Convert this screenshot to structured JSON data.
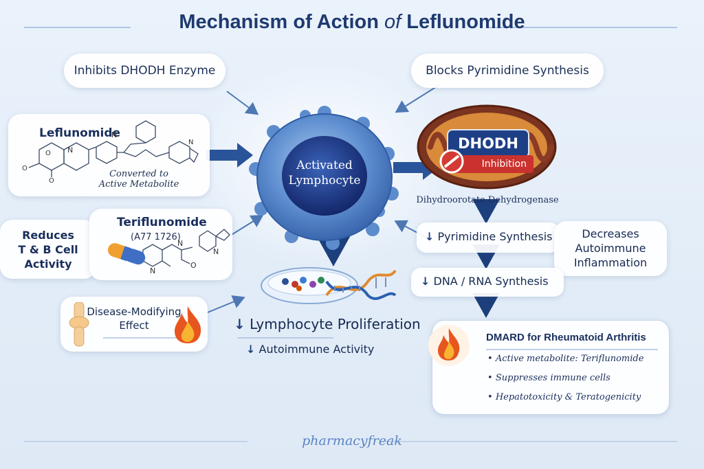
{
  "title": {
    "part1": "Mechanism of Action",
    "part2": "of",
    "part3": "Leflunomide"
  },
  "pills": {
    "inhibits": "Inhibits DHODH Enzyme",
    "blocks": "Blocks Pyrimidine Synthesis"
  },
  "leflunomide": {
    "title": "Leflunomide",
    "converted_line1": "Converted to",
    "converted_line2": "Active Metabolite"
  },
  "lymphocyte": {
    "line1": "Activated",
    "line2": "Lymphocyte"
  },
  "dhodh": {
    "label": "DHODH",
    "inhibition": "Inhibition",
    "full_name": "Dihydroorotate Dehydrogenase"
  },
  "teriflunomide": {
    "title": "Teriflunomide",
    "code": "(A77 1726)"
  },
  "reduces": {
    "line1": "Reduces",
    "line2": "T & B Cell",
    "line3": "Activity"
  },
  "decreases": {
    "line1": "Decreases",
    "line2": "Autoimmune",
    "line3": "Inflammation"
  },
  "steps": {
    "pyrimidine": "Pyrimidine Synthesis",
    "dna_rna": "DNA / RNA Synthesis",
    "proliferation": "Lymphocyte Proliferation",
    "autoimmune": "Autoimmune Activity"
  },
  "disease_modifying": {
    "line1": "Disease-Modifying",
    "line2": "Effect"
  },
  "dmard": {
    "title": "DMARD for Rheumatoid Arthritis",
    "items": [
      "Active metabolite: Teriflunomide",
      "Suppresses immune cells",
      "Hepatotoxicity & Teratogenicity"
    ]
  },
  "footer": "pharmacyfreak",
  "molecule_labels": {
    "lef_o": "O",
    "lef_n": "N",
    "lef_o2": "O",
    "lef_n2": "N",
    "lef_o3": "O",
    "lef_n3": "N",
    "ter_n1": "N",
    "ter_n2": "N",
    "ter_o": "O",
    "ter_n3": "N"
  },
  "colors": {
    "title": "#1f3a70",
    "arrow": "#4e78b3",
    "dark_arrow": "#1d3f7c",
    "dhodh_red": "#c9322f",
    "mito_brown": "#8a3b25",
    "footer": "#5a84c3"
  },
  "icons": [
    "pill-capsule-icon",
    "joint-icon",
    "flame-icon",
    "dna-icon",
    "petri-dish-icon",
    "no-sign-icon"
  ]
}
